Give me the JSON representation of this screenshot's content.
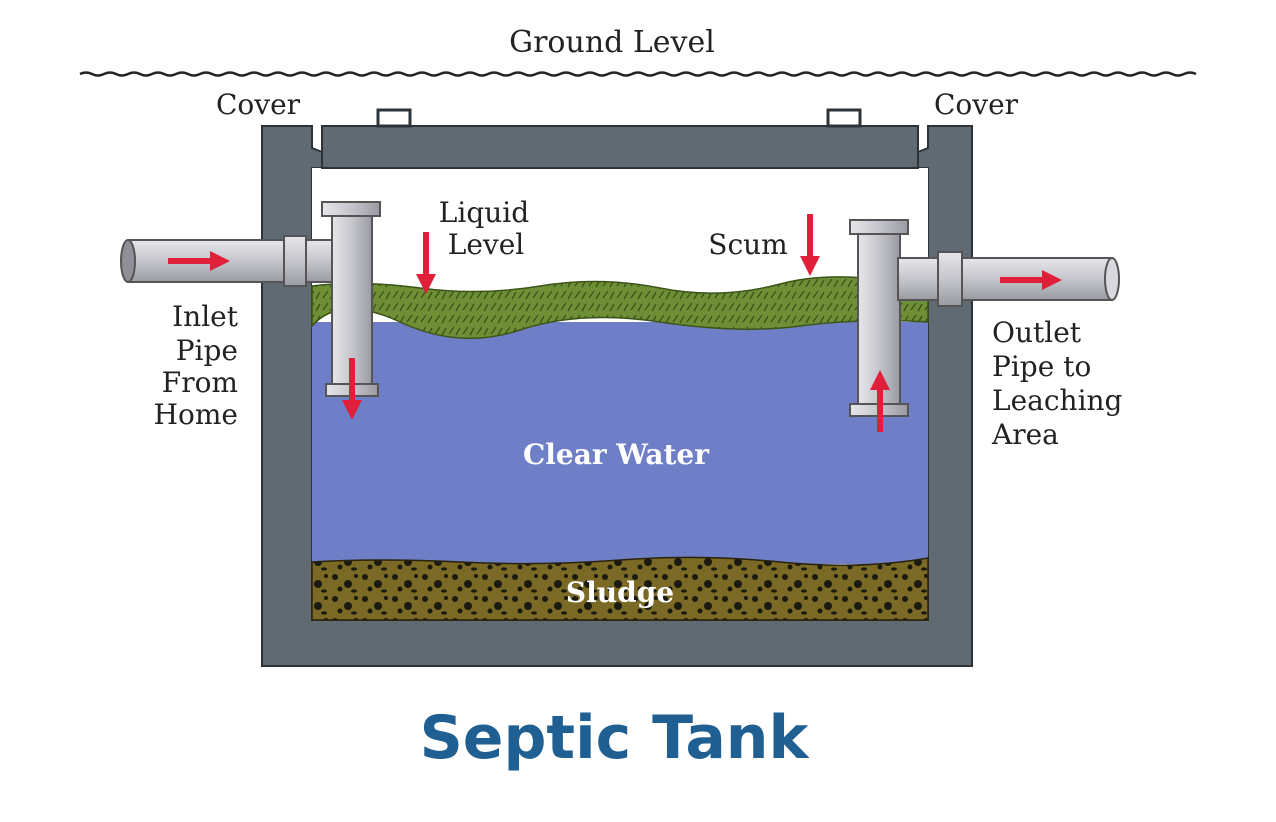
{
  "labels": {
    "ground_level": "Ground Level",
    "cover_left": "Cover",
    "cover_right": "Cover",
    "liquid_level_1": "Liquid",
    "liquid_level_2": "Level",
    "scum": "Scum",
    "inlet_1": "Inlet",
    "inlet_2": "Pipe",
    "inlet_3": "From",
    "inlet_4": "Home",
    "outlet_1": "Outlet",
    "outlet_2": "Pipe to",
    "outlet_3": "Leaching",
    "outlet_4": "Area",
    "clear_water": "Clear Water",
    "sludge": "Sludge"
  },
  "title": "Septic Tank",
  "colors": {
    "tank_wall": "#5f6a72",
    "water": "#6f7fc7",
    "scum": "#6f8f36",
    "sludge": "#6b5a1e",
    "pipe": "#c9c9cf",
    "arrow": "#e0203a",
    "title": "#1f5f91"
  }
}
